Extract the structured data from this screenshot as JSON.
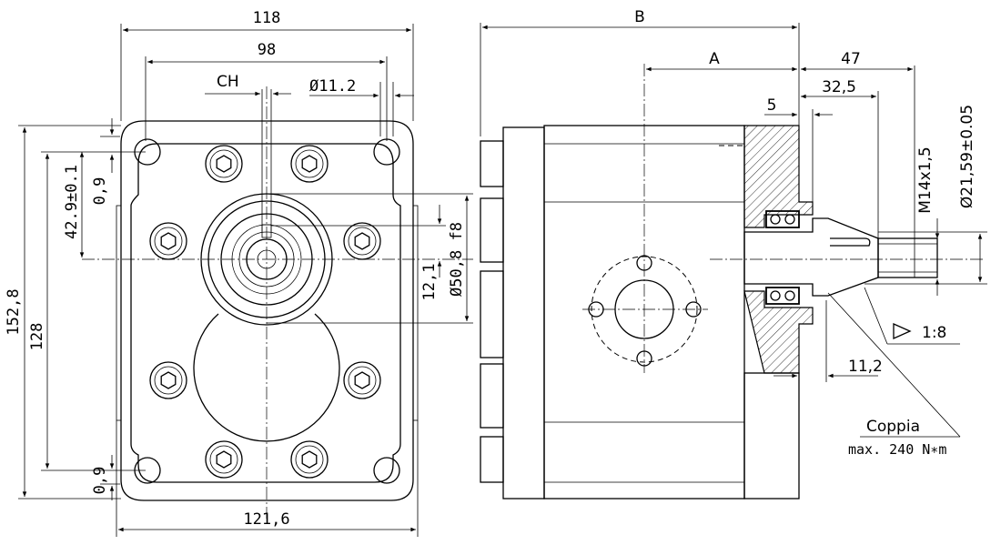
{
  "front_view": {
    "dim_width_total": "118",
    "dim_bolt_spacing": "98",
    "dim_ch": "CH",
    "dim_hole_dia": "Ø11.2",
    "dim_height_total": "152,8",
    "dim_height_inner": "128",
    "dim_offset_top": "0,9",
    "dim_offset_bottom": "0,9",
    "dim_shaft_offset": "42.9±0.1",
    "dim_key": "12,1",
    "dim_pilot_dia": "Ø50,8 f8",
    "dim_base_width": "121,6"
  },
  "side_view": {
    "dim_b": "B",
    "dim_a": "A",
    "dim_47": "47",
    "dim_32_5": "32,5",
    "dim_5": "5",
    "dim_thread": "M14x1,5",
    "dim_shaft_dia": "Ø21,59±0.05",
    "taper": "1:8",
    "dim_11_2": "11,2",
    "torque_label": "Coppia",
    "torque_value": "max. 240 N∗m"
  }
}
